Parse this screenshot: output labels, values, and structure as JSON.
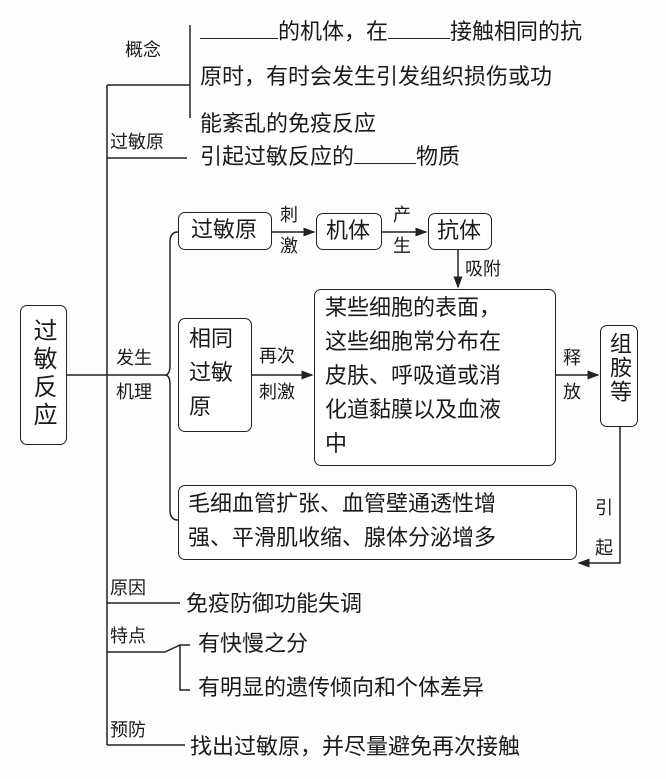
{
  "root": "过敏反应",
  "concept": {
    "label": "概念",
    "line1_a": "的机体，在",
    "line1_b": "接触相同的抗",
    "line2": "原时，有时会发生引发组织损伤或功",
    "line3": "能紊乱的免疫反应"
  },
  "allergen": {
    "label": "过敏原",
    "text_a": "引起过敏反应的",
    "text_b": "物质"
  },
  "mechanism": {
    "label_1": "发生",
    "label_2": "机理",
    "box_allergen": "过敏原",
    "stimulate_1": "刺",
    "stimulate_2": "激",
    "box_body": "机体",
    "produce_1": "产",
    "produce_2": "生",
    "box_antibody": "抗体",
    "adsorb": "吸附",
    "cells_lines": [
      "某些细胞的表面，",
      "这些细胞常分布在",
      "皮肤、呼吸道或消",
      "化道黏膜以及血液",
      "中"
    ],
    "box_same_allergen": [
      "相同",
      "过敏",
      "原"
    ],
    "again_1": "再次",
    "again_2": "刺激",
    "release_1": "释",
    "release_2": "放",
    "box_histamine": "组胺等",
    "cause_1": "引",
    "cause_2": "起",
    "effects_lines": [
      "毛细血管扩张、血管壁通透性增",
      "强、平滑肌收缩、腺体分泌增多"
    ]
  },
  "reason": {
    "label": "原因",
    "text": "免疫防御功能失调"
  },
  "features": {
    "label": "特点",
    "items": [
      "有快慢之分",
      "有明显的遗传倾向和个体差异"
    ]
  },
  "prevention": {
    "label": "预防",
    "text": "找出过敏原，并尽量避免再次接触"
  }
}
